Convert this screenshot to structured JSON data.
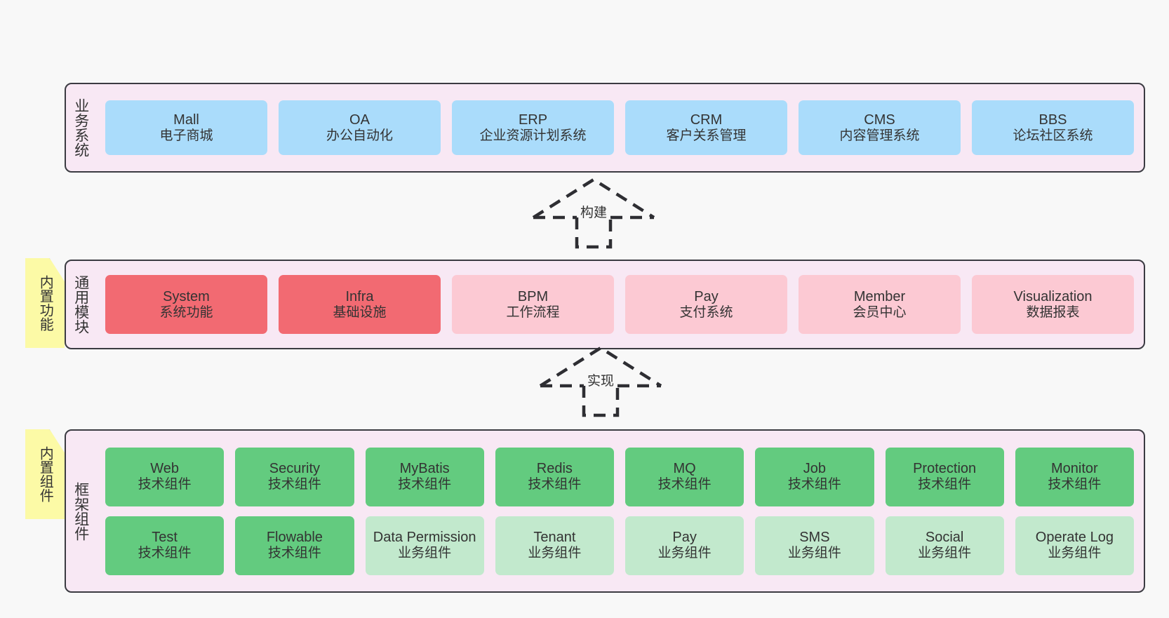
{
  "notes": [
    {
      "text": "内置功能"
    },
    {
      "text": "内置组件"
    }
  ],
  "layers": [
    {
      "id": "business",
      "title": "业务系统",
      "rows": [
        [
          {
            "en": "Mall",
            "cn": "电子商城",
            "color": "#aadcfb"
          },
          {
            "en": "OA",
            "cn": "办公自动化",
            "color": "#aadcfb"
          },
          {
            "en": "ERP",
            "cn": "企业资源计划系统",
            "color": "#aadcfb"
          },
          {
            "en": "CRM",
            "cn": "客户关系管理",
            "color": "#aadcfb"
          },
          {
            "en": "CMS",
            "cn": "内容管理系统",
            "color": "#aadcfb"
          },
          {
            "en": "BBS",
            "cn": "论坛社区系统",
            "color": "#aadcfb"
          }
        ]
      ]
    },
    {
      "id": "modules",
      "title": "通用模块",
      "rows": [
        [
          {
            "en": "System",
            "cn": "系统功能",
            "color": "#f26a72"
          },
          {
            "en": "Infra",
            "cn": "基础设施",
            "color": "#f26a72"
          },
          {
            "en": "BPM",
            "cn": "工作流程",
            "color": "#fcc9d3"
          },
          {
            "en": "Pay",
            "cn": "支付系统",
            "color": "#fcc9d3"
          },
          {
            "en": "Member",
            "cn": "会员中心",
            "color": "#fcc9d3"
          },
          {
            "en": "Visualization",
            "cn": "数据报表",
            "color": "#fcc9d3"
          }
        ]
      ]
    },
    {
      "id": "framework",
      "title": "框架组件",
      "rows": [
        [
          {
            "en": "Web",
            "cn": "技术组件",
            "color": "#63cb7f"
          },
          {
            "en": "Security",
            "cn": "技术组件",
            "color": "#63cb7f"
          },
          {
            "en": "MyBatis",
            "cn": "技术组件",
            "color": "#63cb7f"
          },
          {
            "en": "Redis",
            "cn": "技术组件",
            "color": "#63cb7f"
          },
          {
            "en": "MQ",
            "cn": "技术组件",
            "color": "#63cb7f"
          },
          {
            "en": "Job",
            "cn": "技术组件",
            "color": "#63cb7f"
          },
          {
            "en": "Protection",
            "cn": "技术组件",
            "color": "#63cb7f"
          },
          {
            "en": "Monitor",
            "cn": "技术组件",
            "color": "#63cb7f"
          }
        ],
        [
          {
            "en": "Test",
            "cn": "技术组件",
            "color": "#63cb7f"
          },
          {
            "en": "Flowable",
            "cn": "技术组件",
            "color": "#63cb7f"
          },
          {
            "en": "Data Permission",
            "cn": "业务组件",
            "color": "#c2e9cd"
          },
          {
            "en": "Tenant",
            "cn": "业务组件",
            "color": "#c2e9cd"
          },
          {
            "en": "Pay",
            "cn": "业务组件",
            "color": "#c2e9cd"
          },
          {
            "en": "SMS",
            "cn": "业务组件",
            "color": "#c2e9cd"
          },
          {
            "en": "Social",
            "cn": "业务组件",
            "color": "#c2e9cd"
          },
          {
            "en": "Operate Log",
            "cn": "业务组件",
            "color": "#c2e9cd"
          }
        ]
      ]
    }
  ],
  "arrows": [
    {
      "id": "build",
      "label": "构建"
    },
    {
      "id": "impl",
      "label": "实现"
    }
  ],
  "colors": {
    "canvas_background": "#f8f8f8",
    "layer_background": "#f8e8f4",
    "layer_border": "#3b3b42",
    "note_background": "#fcfaa6",
    "note_fold": "#cfcfcf",
    "business_card": "#aadcfb",
    "module_core_card": "#f26a72",
    "module_card": "#fcc9d3",
    "tech_component_card": "#63cb7f",
    "biz_component_card": "#c2e9cd",
    "text": "#333333"
  }
}
